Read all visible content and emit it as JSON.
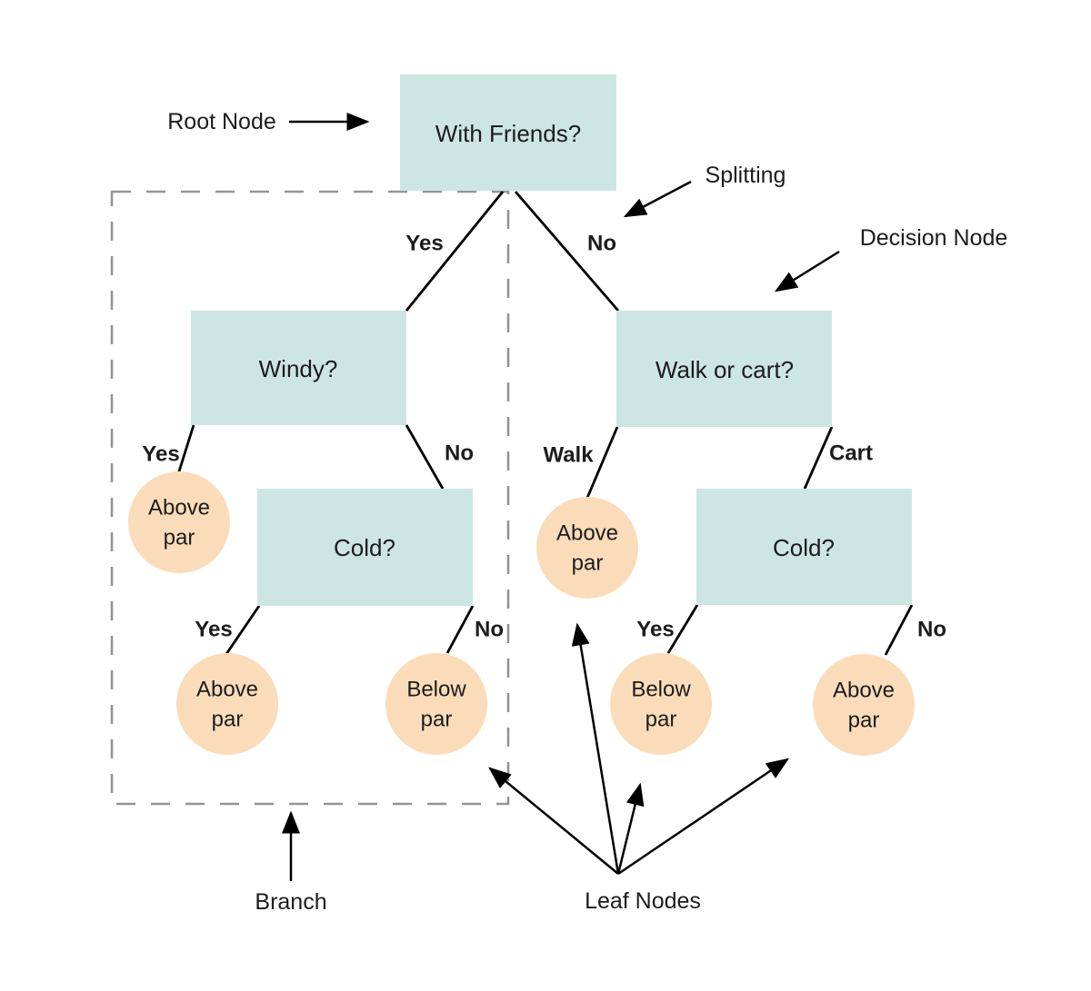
{
  "colors": {
    "decision_fill": "#cde6e3",
    "leaf_fill": "#fbdcba",
    "line": "#000000",
    "branch_box": "#949494",
    "text": "#1c1c1c"
  },
  "nodes": {
    "root": "With Friends?",
    "windy": "Windy?",
    "walk_or_cart": "Walk or cart?",
    "cold_left": "Cold?",
    "cold_right": "Cold?"
  },
  "leaves": {
    "windy_yes": {
      "line1": "Above",
      "line2": "par"
    },
    "cold_left_yes": {
      "line1": "Above",
      "line2": "par"
    },
    "cold_left_no": {
      "line1": "Below",
      "line2": "par"
    },
    "walk": {
      "line1": "Above",
      "line2": "par"
    },
    "cold_right_yes": {
      "line1": "Below",
      "line2": "par"
    },
    "cold_right_no": {
      "line1": "Above",
      "line2": "par"
    }
  },
  "edge_labels": {
    "root_yes": "Yes",
    "root_no": "No",
    "windy_yes": "Yes",
    "windy_no": "No",
    "walk": "Walk",
    "cart": "Cart",
    "cold_left_yes": "Yes",
    "cold_left_no": "No",
    "cold_right_yes": "Yes",
    "cold_right_no": "No"
  },
  "annotations": {
    "root_node": "Root Node",
    "splitting": "Splitting",
    "decision_node": "Decision Node",
    "branch": "Branch",
    "leaf_nodes": "Leaf Nodes"
  }
}
